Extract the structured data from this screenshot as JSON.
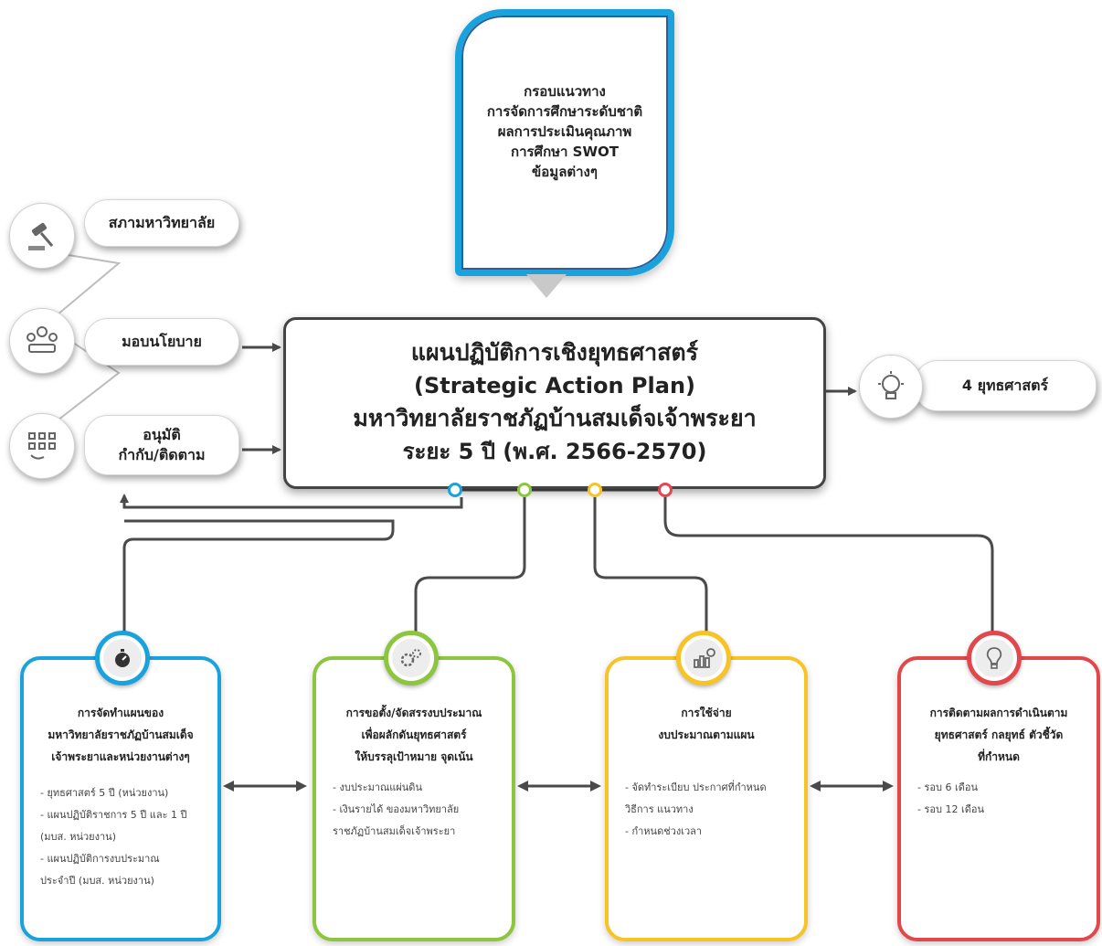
{
  "framework": {
    "lines": [
      "กรอบแนวทาง",
      "การจัดการศึกษาระดับชาติ",
      "ผลการประเมินคุณภาพ",
      "การศึกษา SWOT",
      "ข้อมูลต่างๆ"
    ]
  },
  "plan": {
    "line1": "แผนปฏิบัติการเชิงยุทธศาสตร์",
    "line2": "(Strategic Action Plan)",
    "line3": "มหาวิทยาลัยราชภัฏบ้านสมเด็จเจ้าพระยา",
    "line4": "ระยะ 5 ปี (พ.ศ. 2566-2570)"
  },
  "left_items": [
    {
      "label": "สภามหาวิทยาลัย",
      "icon": "gavel-icon"
    },
    {
      "label": "มอบนโยบาย",
      "icon": "meeting-icon"
    },
    {
      "label_line1": "อนุมัติ",
      "label_line2": "กำกับ/ติดตาม",
      "icon": "checklist-icon"
    }
  ],
  "right_item": {
    "label": "4 ยุทธศาสตร์",
    "icon": "lightbulb-gear-icon"
  },
  "colors": {
    "blue": "#1aa2dc",
    "green": "#8cc63f",
    "yellow": "#f7c325",
    "red": "#e2474c",
    "connector": "#4a4a4a"
  },
  "cards": [
    {
      "icon": "timer-icon",
      "color": "#1aa2dc",
      "title": [
        "การจัดทำแผนของ",
        "มหาวิทยาลัยราชภัฏบ้านสมเด็จ",
        "เจ้าพระยาและหน่วยงานต่างๆ"
      ],
      "items": [
        "- ยุทธศาสตร์ 5 ปี (หน่วยงาน)",
        "- แผนปฏิบัติราชการ 5 ปี และ 1 ปี",
        "(มบส. หน่วยงาน)",
        "- แผนปฏิบัติการงบประมาณ",
        "ประจำปี (มบส. หน่วยงาน)"
      ]
    },
    {
      "icon": "gears-icon",
      "color": "#8cc63f",
      "title": [
        "การขอตั้ง/จัดสรรงบประมาณ",
        "เพื่อผลักดันยุทธศาสตร์",
        "ให้บรรลุเป้าหมาย จุดเน้น"
      ],
      "items": [
        "- งบประมาณแผ่นดิน",
        "- เงินรายได้ ของมหาวิทยาลัย",
        "ราชภัฏบ้านสมเด็จเจ้าพระยา"
      ]
    },
    {
      "icon": "bar-chart-icon",
      "color": "#f7c325",
      "title": [
        "การใช้จ่าย",
        "งบประมาณตามแผน"
      ],
      "items": [
        "- จัดทำระเบียบ ประกาศที่กำหนด",
        "วิธีการ แนวทาง",
        "- กำหนดช่วงเวลา"
      ]
    },
    {
      "icon": "lightbulb-icon",
      "color": "#e2474c",
      "title": [
        "การติดตามผลการดำเนินตาม",
        "ยุทธศาสตร์ กลยุทธ์ ตัวชี้วัด",
        "ที่กำหนด"
      ],
      "items": [
        "- รอบ 6 เดือน",
        "- รอบ 12 เดือน"
      ]
    }
  ]
}
